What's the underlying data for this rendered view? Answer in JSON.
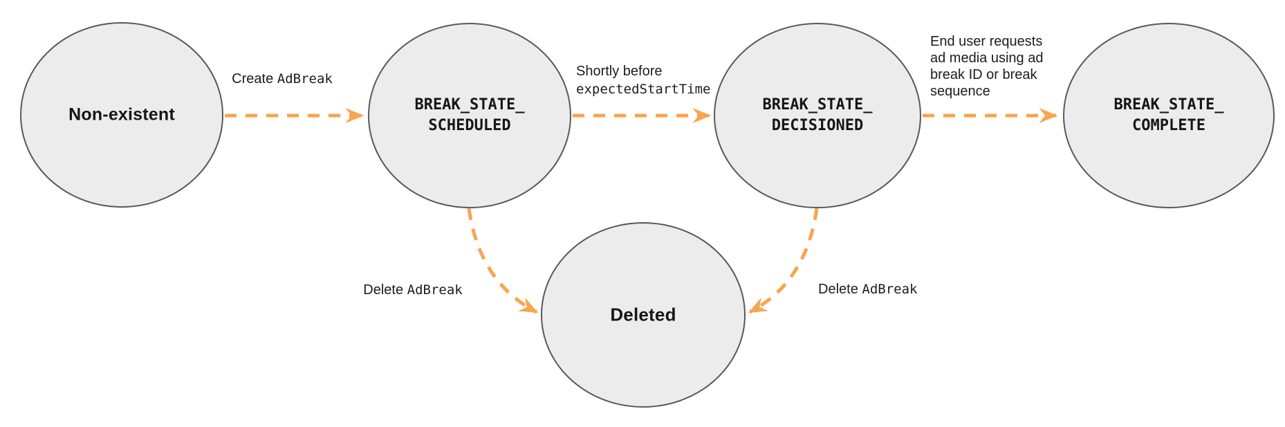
{
  "diagram": {
    "kind": "state-transition-diagram",
    "background": "#ffffff"
  },
  "colors": {
    "node_fill": "#ececec",
    "node_stroke": "#58585a",
    "arrow": "#f9a44e",
    "text": "#161616"
  },
  "states": [
    {
      "name": "non-existent",
      "label": "Non-existent"
    },
    {
      "name": "break-state-scheduled",
      "line1": "BREAK_STATE_",
      "line2": "SCHEDULED"
    },
    {
      "name": "break-state-decisioned",
      "line1": "BREAK_STATE_",
      "line2": "DECISIONED"
    },
    {
      "name": "break-state-complete",
      "line1": "BREAK_STATE_",
      "line2": "COMPLETE"
    },
    {
      "name": "deleted",
      "label": "Deleted"
    }
  ],
  "transitions": [
    {
      "from": "non-existent",
      "to": "break-state-scheduled",
      "label_text": "Create ",
      "label_code": "AdBreak"
    },
    {
      "from": "break-state-scheduled",
      "to": "break-state-decisioned",
      "label_text": "Shortly before",
      "label_code": "expectedStartTime"
    },
    {
      "from": "break-state-decisioned",
      "to": "break-state-complete",
      "label_lines": [
        "End user requests",
        "ad media using ad",
        "break ID or break",
        "sequence"
      ]
    },
    {
      "from": "break-state-scheduled",
      "to": "deleted",
      "label_text": "Delete ",
      "label_code": "AdBreak"
    },
    {
      "from": "break-state-decisioned",
      "to": "deleted",
      "label_text": "Delete ",
      "label_code": "AdBreak"
    }
  ]
}
